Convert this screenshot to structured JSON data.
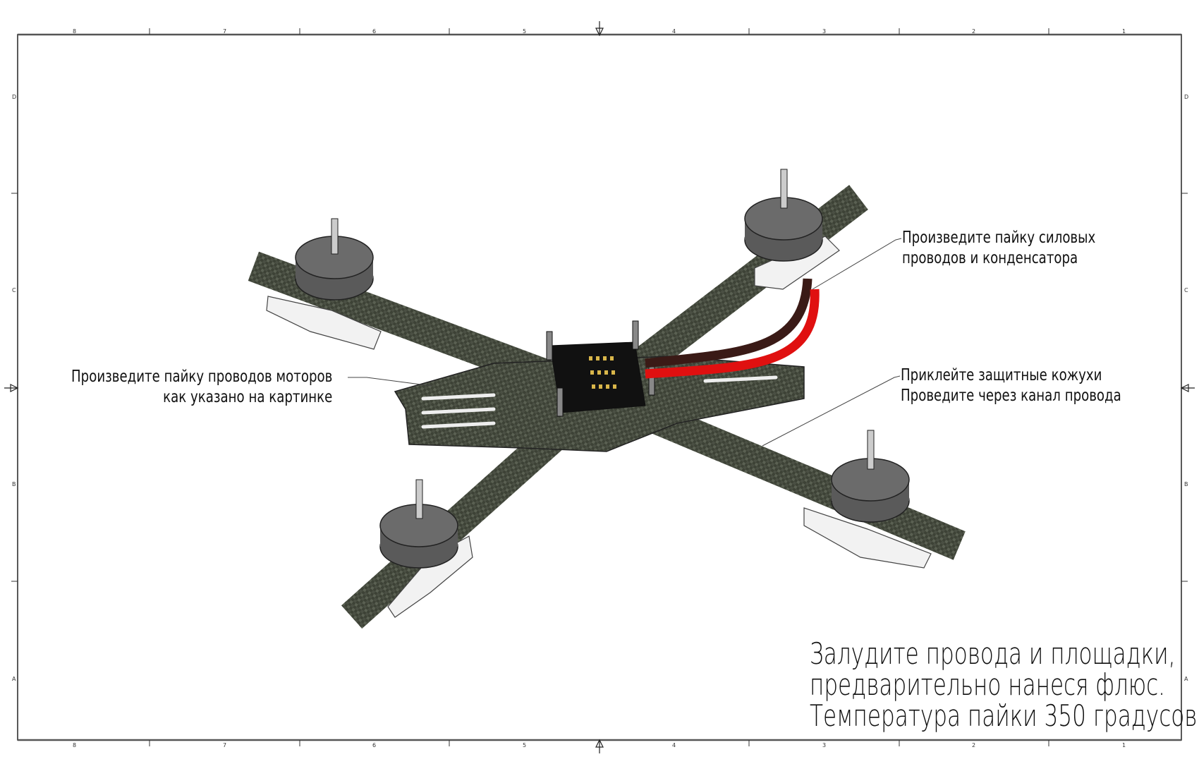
{
  "sheet": {
    "column_zones": [
      "8",
      "7",
      "6",
      "5",
      "4",
      "3",
      "2",
      "1"
    ],
    "row_zones": [
      "D",
      "C",
      "B",
      "A"
    ]
  },
  "callouts": {
    "motor_wires": [
      "Произведите пайку проводов моторов",
      "как указано на картинке"
    ],
    "power_wires": [
      "Произведите пайку силовых",
      "проводов и конденсатора"
    ],
    "covers": [
      "Приклейте защитные кожухи",
      "Проведите через канал провода"
    ]
  },
  "main_note": [
    "Залудите провода и площадки,",
    "предварительно нанеся флюс.",
    "Температура пайки 350 градусов"
  ],
  "colors": {
    "carbon": "#3d4236",
    "wire_red": "#e01010",
    "wire_dark": "#3a1a16",
    "motor": "#5a5a5a"
  }
}
